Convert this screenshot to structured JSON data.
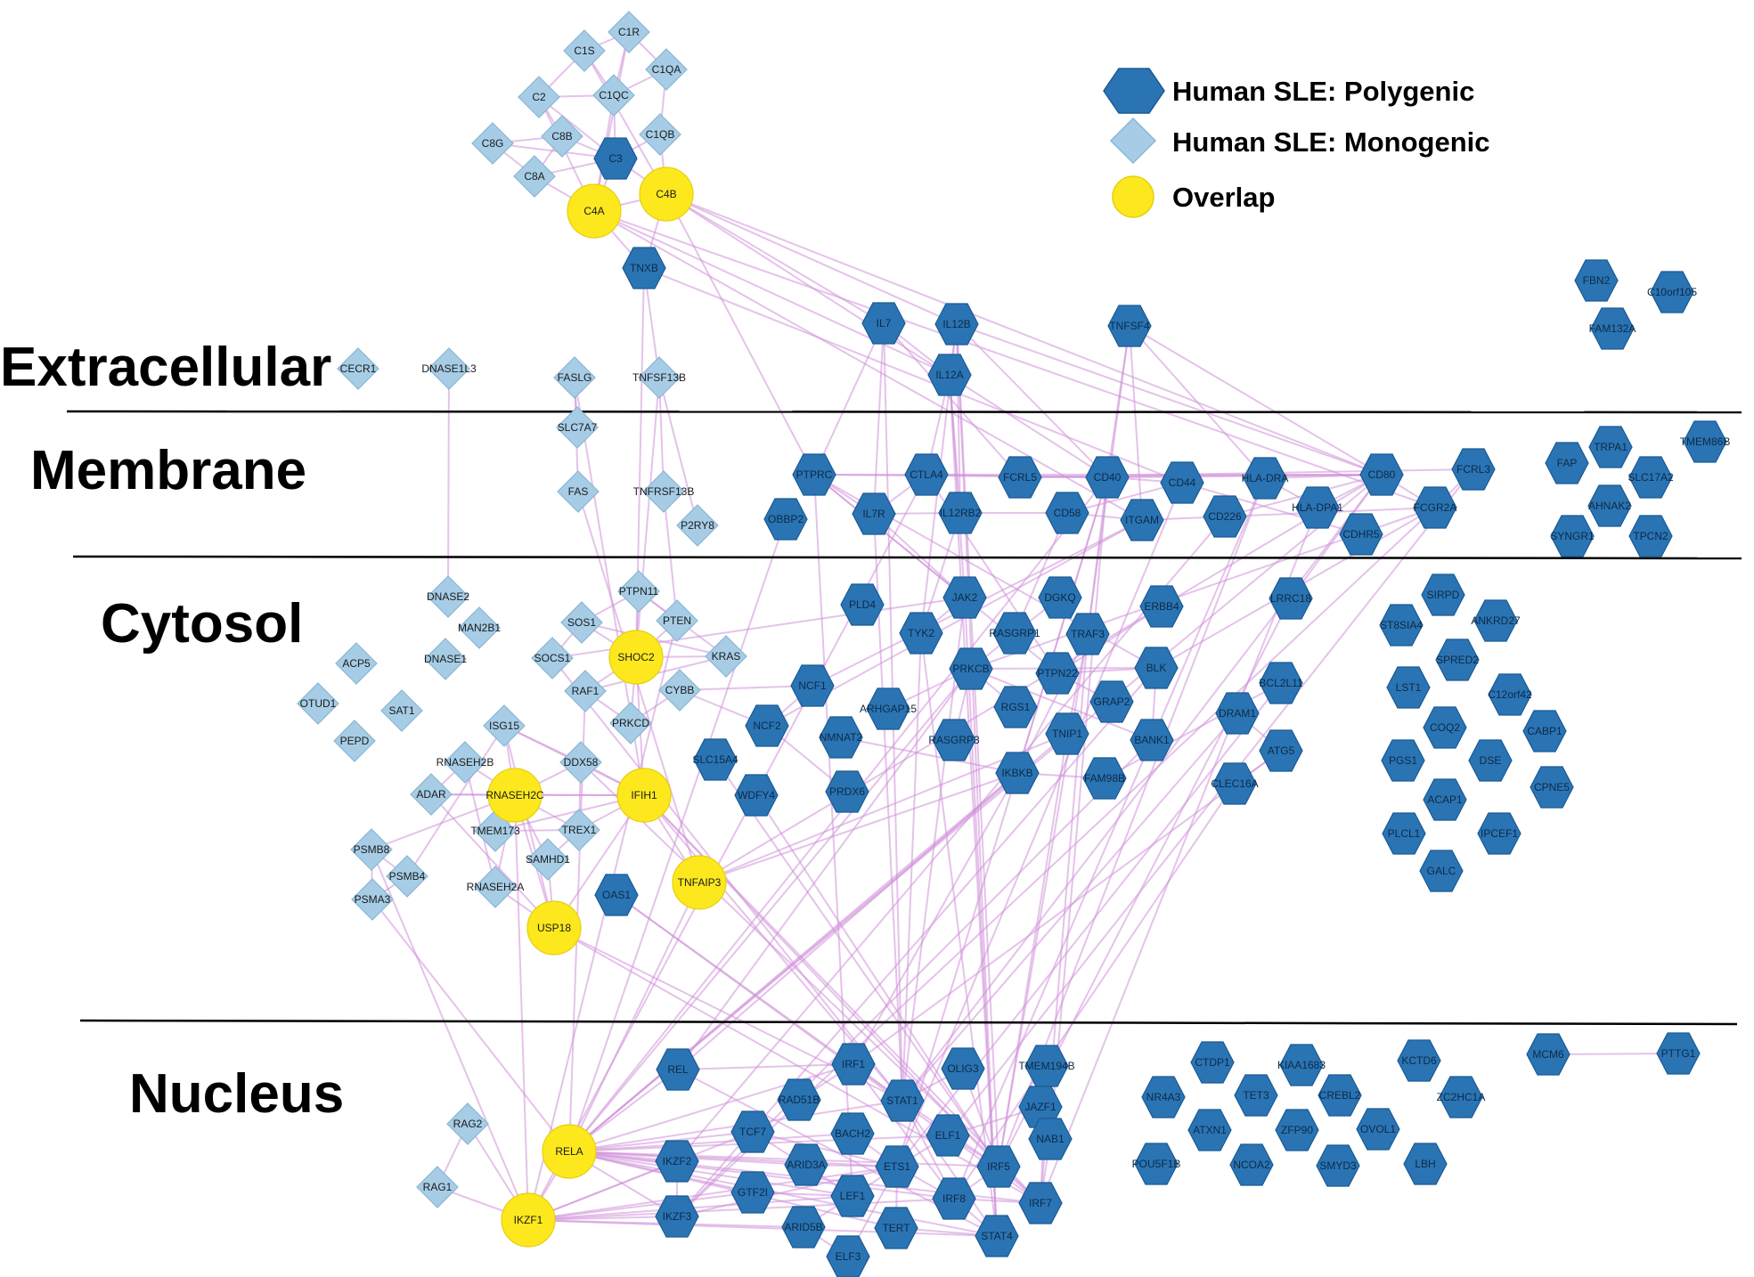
{
  "colors": {
    "polygenic": "#2a74b4",
    "polygenic_stroke": "#1a5a93",
    "monogenic": "#a7cde6",
    "monogenic_stroke": "#8ab6d4",
    "overlap": "#fde81e",
    "overlap_stroke": "#e6cf10",
    "edge": "#cf8fd8",
    "divider": "#000000"
  },
  "legend": [
    {
      "shape": "hexagon",
      "label": "Human SLE: Polygenic"
    },
    {
      "shape": "diamond",
      "label": "Human SLE: Monogenic"
    },
    {
      "shape": "circle",
      "label": "Overlap"
    }
  ],
  "regions": [
    "Extracellular",
    "Membrane",
    "Cytosol",
    "Nucleus"
  ],
  "genes": {
    "polygenic": [
      "C3",
      "TNXB",
      "IL7",
      "IL12B",
      "TNFSF4",
      "IL12A",
      "FBN2",
      "C10orf105",
      "FAM132A",
      "PTPRC",
      "CTLA4",
      "FCRL5",
      "CD40",
      "CD44",
      "HLA-DRA",
      "CD80",
      "FCRL3",
      "OBBP2",
      "IL7R",
      "IL12RB2",
      "CD58",
      "ITGAM",
      "CD226",
      "HLA-DPA1",
      "CDHR5",
      "FCGR2A",
      "FAP",
      "TRPA1",
      "TMEM86B",
      "SLC17A2",
      "AHNAK2",
      "SYNGR1",
      "TPCN2",
      "PLD4",
      "JAK2",
      "DGKQ",
      "TYK2",
      "RASGRP1",
      "TRAF3",
      "ERBB4",
      "PRKCB",
      "PTPN22",
      "BLK",
      "NCF1",
      "ARHGAP15",
      "RGS1",
      "GRAP2",
      "NCF2",
      "NMNAT2",
      "RASGRP3",
      "TNIP1",
      "BANK1",
      "SLC15A4",
      "IKBKB",
      "WDFY4",
      "PRDX6",
      "FAM98B",
      "OAS1",
      "LRRC18",
      "BCL2L11",
      "DRAM1",
      "ATG5",
      "CLEC16A",
      "SIRPD",
      "ST8SIA4",
      "ANKRD27",
      "SPRED2",
      "LST1",
      "C12orf42",
      "COQ2",
      "CABP1",
      "PGS1",
      "DSE",
      "CPNE5",
      "ACAP1",
      "PLCL1",
      "IPCEF1",
      "GALC",
      "REL",
      "IRF1",
      "OLIG3",
      "TMEM194B",
      "RAD51B",
      "STAT1",
      "JAZF1",
      "TCF7",
      "BACH2",
      "ELF1",
      "NAB1",
      "IKZF2",
      "ARID3A",
      "ETS1",
      "IRF5",
      "GTF2I",
      "LEF1",
      "IRF8",
      "IRF7",
      "IKZF3",
      "TERT",
      "STAT4",
      "ARID5B",
      "ELF3",
      "CTDP1",
      "KIAA1683",
      "KCTD6",
      "NR4A3",
      "TET3",
      "CREBL2",
      "ZC2HC1A",
      "ATXN1",
      "ZFP90",
      "OVOL1",
      "POU5F1B",
      "NCOA2",
      "SMYD3",
      "LBH",
      "MCM6",
      "PTTG1"
    ],
    "monogenic": [
      "C1R",
      "C1S",
      "C1QA",
      "C2",
      "C1QC",
      "C8G",
      "C8B",
      "C1QB",
      "C8A",
      "CECR1",
      "DNASE1L3",
      "FASLG",
      "TNFSF13B",
      "SLC7A7",
      "FAS",
      "TNFRSF13B",
      "P2RY8",
      "PTPN11",
      "DNASE2",
      "SOS1",
      "PTEN",
      "MAN2B1",
      "SOCS1",
      "KRAS",
      "ACP5",
      "DNASE1",
      "RAF1",
      "CYBB",
      "OTUD1",
      "SAT1",
      "PRKCD",
      "PEPD",
      "ISG15",
      "RNASEH2B",
      "DDX58",
      "ADAR",
      "TREX1",
      "TMEM173",
      "PSMB8",
      "SAMHD1",
      "PSMB4",
      "RNASEH2A",
      "PSMA3",
      "RAG2",
      "RAG1"
    ],
    "overlap": [
      "C4A",
      "C4B",
      "SHOC2",
      "RNASEH2C",
      "IFIH1",
      "TNFAIP3",
      "USP18",
      "RELA",
      "IKZF1"
    ]
  }
}
